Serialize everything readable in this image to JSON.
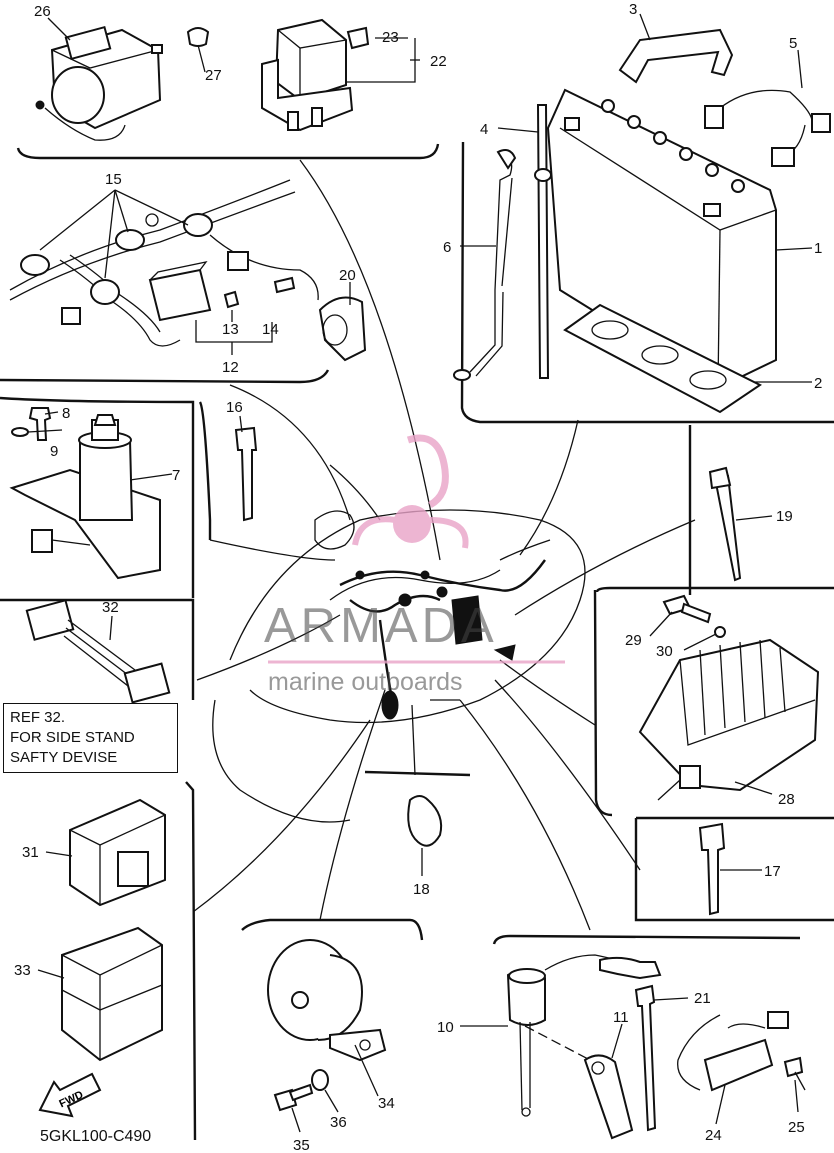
{
  "ref_note": {
    "lines": [
      "REF 32.",
      "FOR SIDE STAND",
      "SAFTY DEVISE"
    ]
  },
  "watermark": {
    "title": "ARMADA",
    "subtitle": "marine outboards"
  },
  "fwd_label": "FWD",
  "diagram_code": "5GKL100-C490",
  "part_numbers": [
    "1",
    "2",
    "3",
    "4",
    "5",
    "6",
    "7",
    "8",
    "9",
    "10",
    "11",
    "12",
    "13",
    "14",
    "15",
    "16",
    "17",
    "18",
    "19",
    "20",
    "21",
    "22",
    "23",
    "24",
    "25",
    "26",
    "27",
    "28",
    "29",
    "30",
    "31",
    "32",
    "33",
    "34",
    "35",
    "36"
  ],
  "colors": {
    "line": "#111111",
    "watermark": "#e9a3c8",
    "watermark_text": "#6e6e6e"
  }
}
